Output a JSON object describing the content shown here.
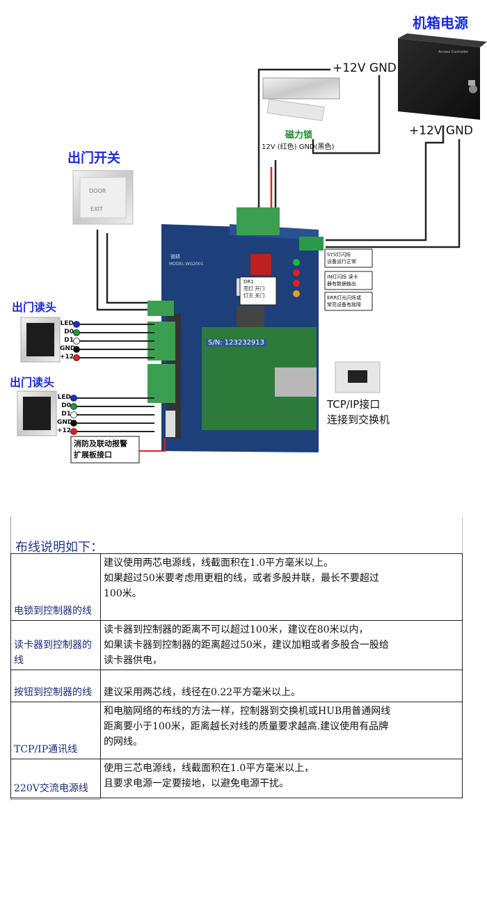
{
  "diagram": {
    "power_box_title": "机箱电源",
    "power_box_label": "Access Controller",
    "top_wire_label": "+12V GND",
    "power_terminals_label": "+12V GND",
    "maglock_title": "磁力锁",
    "maglock_wires": "12V (红色) GND(黑色)",
    "exit_switch_title": "出门开关",
    "exit_switch_face": [
      "DOOR",
      "EXIT"
    ],
    "reader1_title": "出门读头",
    "reader2_title": "出门读头",
    "reader_wires": [
      "LED",
      "D0",
      "D1",
      "GND",
      "+12"
    ],
    "board_logo": "微耕",
    "board_model": "MODEL:WG2001",
    "serial": "S/N: 123232913",
    "dr1_note": [
      "DR1",
      "亮灯 开门",
      "灯灭 关门"
    ],
    "led_notes": [
      {
        "line1": "SYS灯闪烁",
        "line2": "设备运行正常"
      },
      {
        "line1": "IN灯闪烁 读卡",
        "line2": "器有数据输出"
      },
      {
        "line1": "ERR灯光闪烁或",
        "line2": "常亮设备有故障"
      }
    ],
    "alarm_label": [
      "消防及联动报警",
      "扩展板接口"
    ],
    "tcpip_label": [
      "TCP/IP接口",
      "连接到交换机"
    ],
    "wire_colors": {
      "led": "#1a2bd6",
      "d0": "#1f9a2e",
      "d1": "#ffffff",
      "gnd": "#111111",
      "p12": "#e02020"
    }
  },
  "table": {
    "title": "布线说明如下：",
    "rows": [
      {
        "item": "电锁到控制器的线",
        "desc": [
          "建议使用两芯电源线，线截面积在1.0平方毫米以上。",
          "如果超过50米要考虑用更粗的线，或者多股并联，最长不要超过",
          "100米。"
        ]
      },
      {
        "item": "读卡器到控制器的线",
        "desc": [
          "读卡器到控制器的距离不可以超过100米，建议在80米以内，",
          "如果读卡器到控制器的距离超过50米，建议加粗或者多股合一股给",
          "读卡器供电，"
        ]
      },
      {
        "item": "按钮到控制器的线",
        "desc": [
          "建议采用两芯线，线径在0.22平方毫米以上。"
        ]
      },
      {
        "item": "TCP/IP通讯线",
        "desc": [
          "和电脑网络的布线的方法一样，控制器到交换机或HUB用普通网线",
          "距离要小于100米，距离越长对线的质量要求越高.建议使用有品牌",
          "的网线。"
        ]
      },
      {
        "item": "220V交流电源线",
        "desc": [
          "使用三芯电源线，线截面积在1.0平方毫米以上，",
          "且要求电源一定要接地，以避免电源干扰。"
        ]
      }
    ]
  }
}
